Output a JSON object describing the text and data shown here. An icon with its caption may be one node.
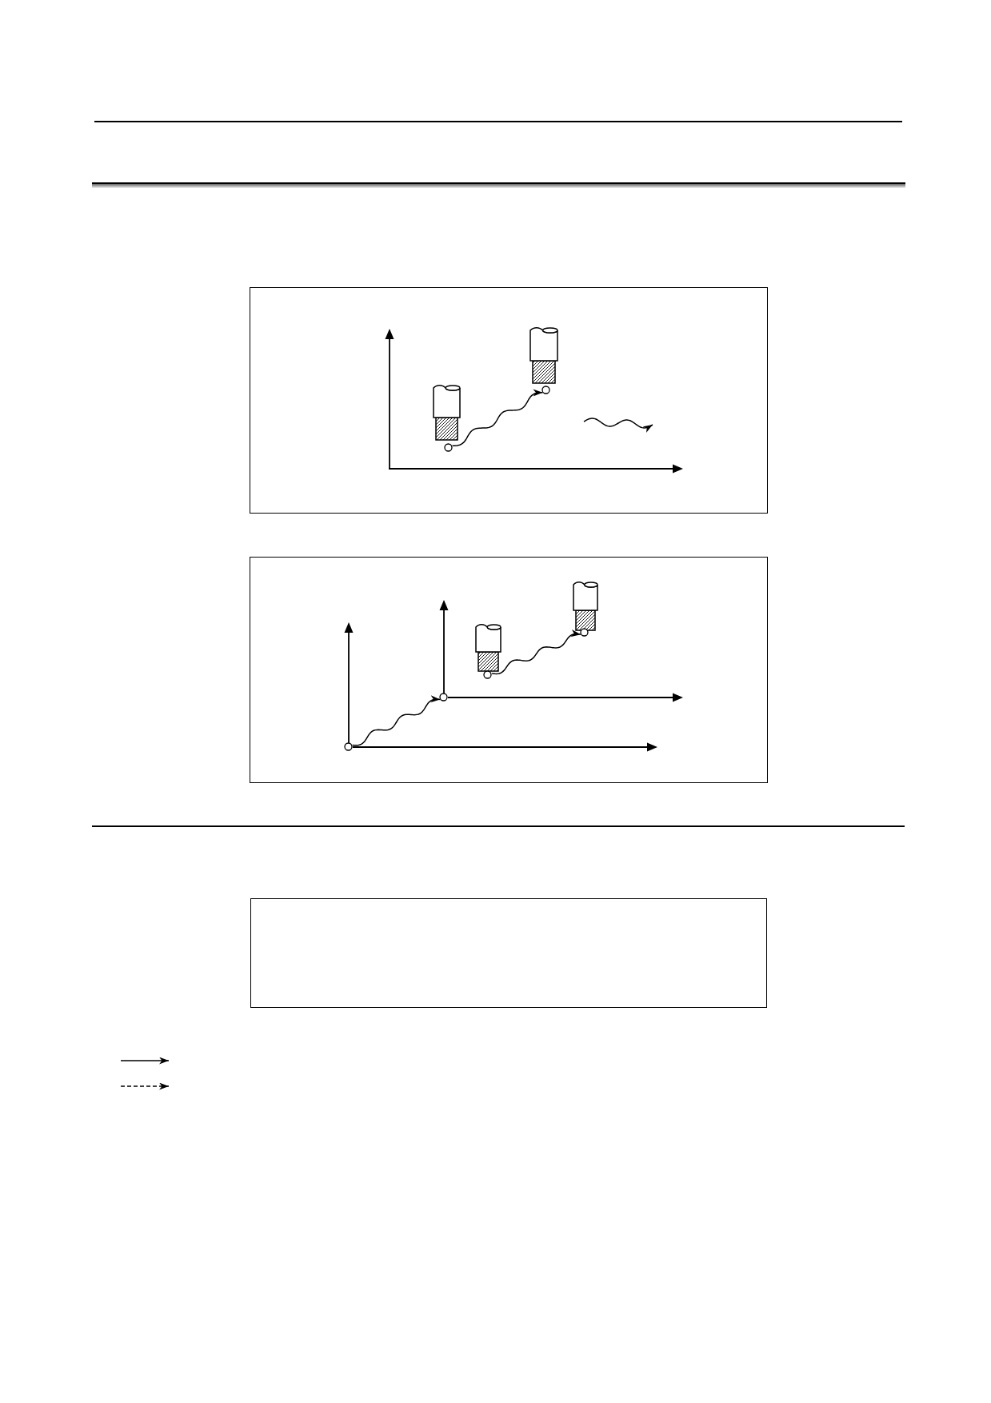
{
  "diagram": {
    "nodes": [
      {
        "text": [],
        "shape": "box"
      },
      {
        "text": [],
        "shape": "circle",
        "in": 0
      },
      {
        "text": [],
        "shape": "circle",
        "in": 0
      },
      {
        "text": [],
        "shape": "box"
      },
      {
        "text": [],
        "shape": "circle",
        "in": 3
      },
      {
        "text": [],
        "shape": "circle",
        "in": 3
      },
      {
        "text": [],
        "shape": "circle",
        "in": 3
      },
      {
        "text": [],
        "shape": "circle",
        "in": 3
      },
      {
        "text": [],
        "shape": "box"
      }
    ],
    "edges": [
      {
        "from": 1,
        "to": 2,
        "arrow": "to"
      },
      {
        "from": 4,
        "to": 5,
        "arrow": "to"
      },
      {
        "from": 6,
        "to": 7,
        "arrow": "to"
      }
    ]
  }
}
